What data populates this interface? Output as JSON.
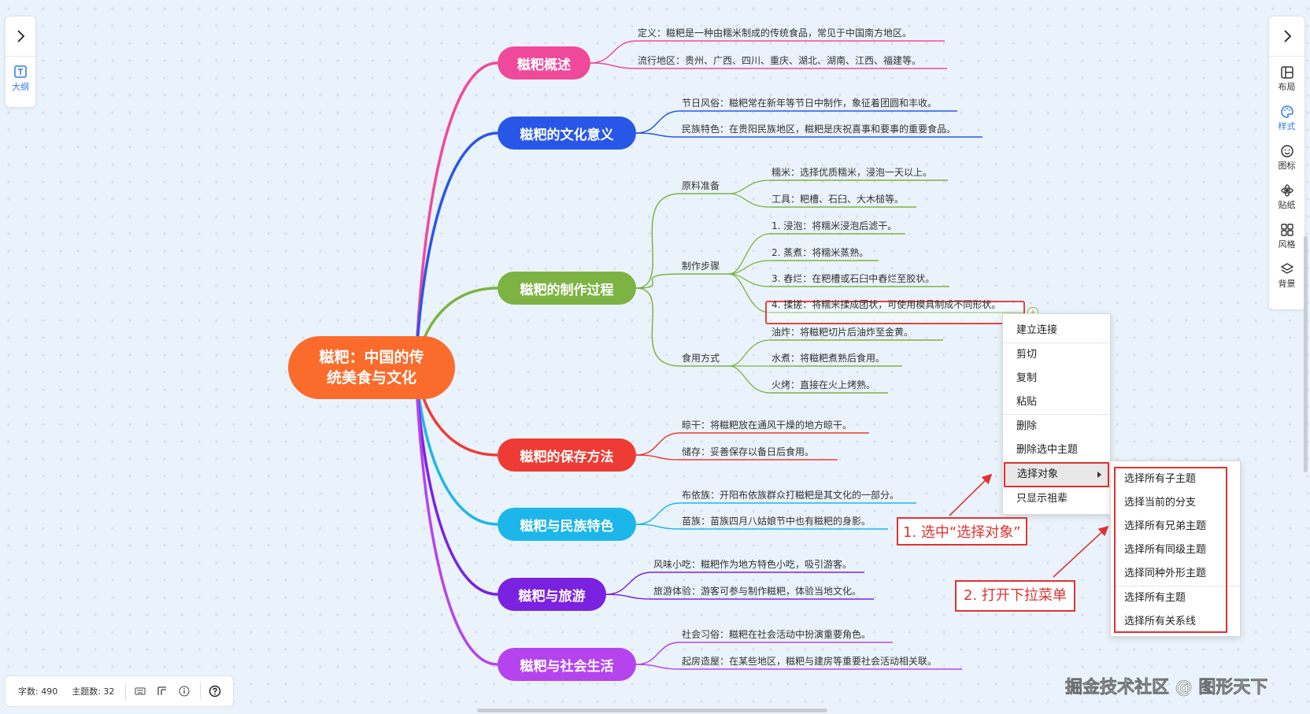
{
  "root": {
    "title": "糍粑：中国的传统美食与文化"
  },
  "branches": [
    {
      "label": "糍粑概述",
      "color": "#f0499c",
      "leaves": [
        "定义：糍粑是一种由糯米制成的传统食品，常见于中国南方地区。",
        "流行地区：贵州、广西、四川、重庆、湖北、湖南、江西、福建等。"
      ]
    },
    {
      "label": "糍粑的文化意义",
      "color": "#2857e8",
      "leaves": [
        "节日风俗：糍粑常在新年等节日中制作，象征着团圆和丰收。",
        "民族特色：在贵阳民族地区，糍粑是庆祝喜事和要事的重要食品。"
      ]
    },
    {
      "label": "糍粑的制作过程",
      "color": "#7cb342",
      "groups": [
        {
          "label": "原料准备",
          "leaves": [
            "糯米：选择优质糯米，浸泡一天以上。",
            "工具：粑槽、石臼、大木槌等。"
          ]
        },
        {
          "label": "制作步骤",
          "leaves": [
            "1. 浸泡：将糯米浸泡后滤干。",
            "2. 蒸煮：将糯米蒸熟。",
            "3. 舂烂：在粑槽或石臼中舂烂至胶状。",
            "4. 揉搓：将糯米揉成团状，可使用模具制成不同形状。"
          ]
        },
        {
          "label": "食用方式",
          "leaves": [
            "油炸：将糍粑切片后油炸至金黄。",
            "水煮：将糍粑煮熟后食用。",
            "火烤：直接在火上烤熟。"
          ]
        }
      ]
    },
    {
      "label": "糍粑的保存方法",
      "color": "#ee3b33",
      "leaves": [
        "晾干：将糍粑放在通风干燥的地方晾干。",
        "储存：妥善保存以备日后食用。"
      ]
    },
    {
      "label": "糍粑与民族特色",
      "color": "#1cb6ea",
      "leaves": [
        "布依族：开阳布依族群众打糍粑是其文化的一部分。",
        "苗族：苗族四月八姑娘节中也有糍粑的身影。"
      ]
    },
    {
      "label": "糍粑与旅游",
      "color": "#7b22e0",
      "leaves": [
        "风味小吃：糍粑作为地方特色小吃，吸引游客。",
        "旅游体验：游客可参与制作糍粑，体验当地文化。"
      ]
    },
    {
      "label": "糍粑与社会生活",
      "color": "#b544ef",
      "leaves": [
        "社会习俗：糍粑在社会活动中扮演重要角色。",
        "起房造屋：在某些地区，糍粑与建房等重要社会活动相关联。"
      ]
    }
  ],
  "left_panel": {
    "label": "大纲"
  },
  "right_panel": {
    "items": [
      {
        "icon": "layout-icon",
        "label": "布局"
      },
      {
        "icon": "palette-icon",
        "label": "样式"
      },
      {
        "icon": "smiley-icon",
        "label": "图标"
      },
      {
        "icon": "sticker-icon",
        "label": "贴纸"
      },
      {
        "icon": "grid-icon",
        "label": "风格"
      },
      {
        "icon": "layers-icon",
        "label": "背景"
      }
    ],
    "active_color": "#2b7de9"
  },
  "context_menu": {
    "items": [
      "建立连接",
      "剪切",
      "复制",
      "粘贴",
      "删除",
      "删除选中主题",
      "选择对象",
      "只显示祖辈"
    ],
    "submenu": [
      "选择所有子主题",
      "选择当前的分支",
      "选择所有兄弟主题",
      "选择所有同级主题",
      "选择同种外形主题",
      "选择所有主题",
      "选择所有关系线"
    ]
  },
  "annotations": {
    "step1": "1. 选中“选择对象”",
    "step2": "2. 打开下拉菜单"
  },
  "status": {
    "word_count": "字数: 490",
    "topic_count": "主题数: 32"
  },
  "watermark": "掘金技术社区 @ 图形天下"
}
